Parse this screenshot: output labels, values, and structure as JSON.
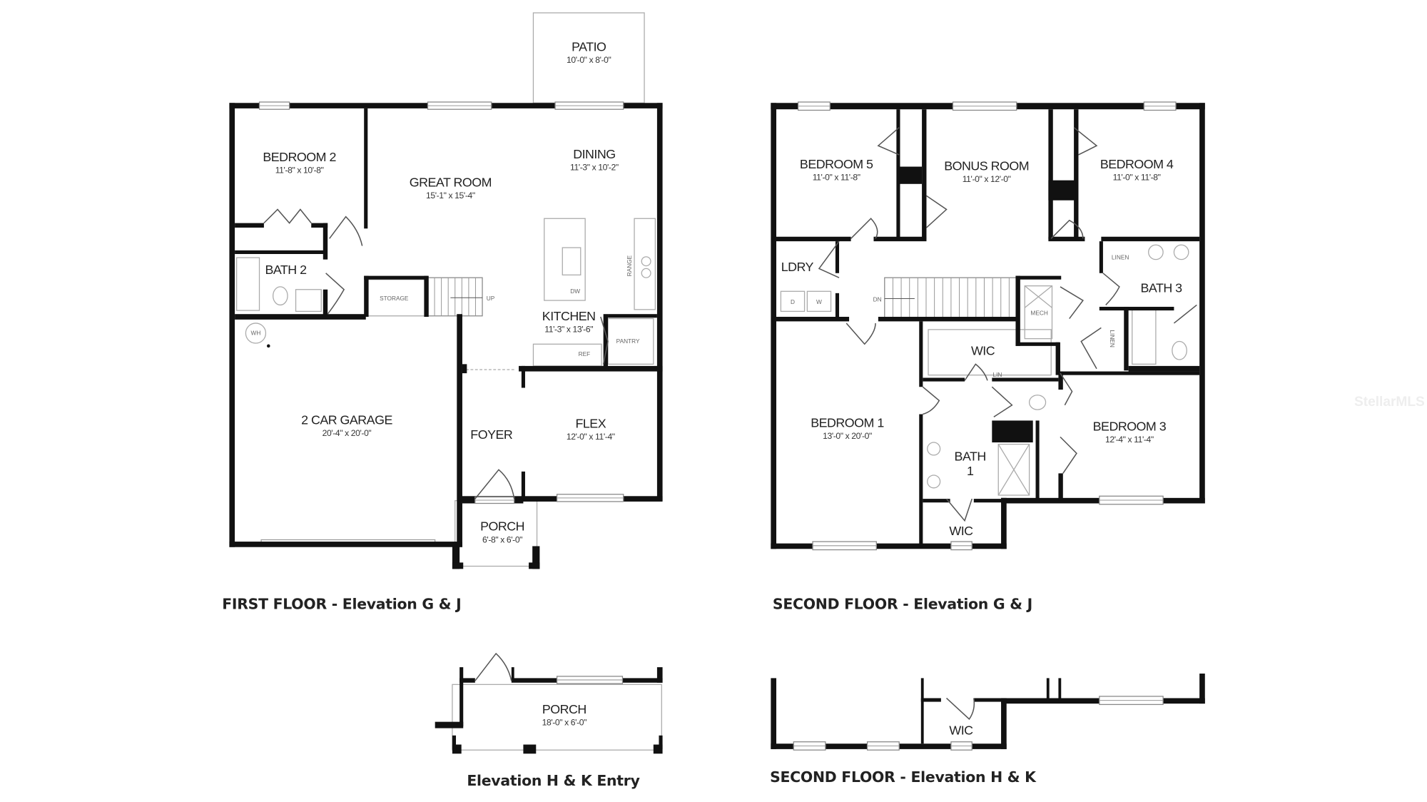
{
  "first_floor": {
    "caption": "FIRST FLOOR - Elevation G & J",
    "rooms": {
      "patio": {
        "name": "PATIO",
        "dim": "10'-0\" x 8'-0\""
      },
      "bedroom2": {
        "name": "BEDROOM 2",
        "dim": "11'-8\" x 10'-8\""
      },
      "great_room": {
        "name": "GREAT ROOM",
        "dim": "15'-1\" x 15'-4\""
      },
      "dining": {
        "name": "DINING",
        "dim": "11'-3\" x 10'-2\""
      },
      "bath2": {
        "name": "BATH 2"
      },
      "kitchen": {
        "name": "KITCHEN",
        "dim": "11'-3\" x 13'-6\""
      },
      "garage": {
        "name": "2 CAR GARAGE",
        "dim": "20'-4\" x 20'-0\""
      },
      "foyer": {
        "name": "FOYER"
      },
      "flex": {
        "name": "FLEX",
        "dim": "12'-0\" x 11'-4\""
      },
      "porch": {
        "name": "PORCH",
        "dim": "6'-8\" x 6'-0\""
      }
    },
    "fixtures": {
      "storage": "STORAGE",
      "up": "UP",
      "dw": "DW",
      "range": "RANGE",
      "ref": "REF",
      "pantry": "PANTRY",
      "wh": "WH"
    }
  },
  "second_floor": {
    "caption": "SECOND FLOOR - Elevation G & J",
    "rooms": {
      "bedroom5": {
        "name": "BEDROOM 5",
        "dim": "11'-0\" x 11'-8\""
      },
      "bonus": {
        "name": "BONUS ROOM",
        "dim": "11'-0\" x 12'-0\""
      },
      "bedroom4": {
        "name": "BEDROOM 4",
        "dim": "11'-0\" x 11'-8\""
      },
      "ldry": {
        "name": "LDRY"
      },
      "bath3": {
        "name": "BATH 3"
      },
      "wic_upper": {
        "name": "WIC"
      },
      "bedroom1": {
        "name": "BEDROOM 1",
        "dim": "13'-0\" x 20'-0\""
      },
      "bath1": {
        "name": "BATH",
        "name2": "1"
      },
      "bedroom3": {
        "name": "BEDROOM 3",
        "dim": "12'-4\" x 11'-4\""
      },
      "wic_lower": {
        "name": "WIC"
      }
    },
    "fixtures": {
      "d": "D",
      "w": "W",
      "dn": "DN",
      "mech": "MECH",
      "linen1": "LINEN",
      "linen2": "LINEN",
      "lin": "LIN"
    }
  },
  "entry_alt": {
    "caption": "Elevation H & K Entry",
    "porch": {
      "name": "PORCH",
      "dim": "18'-0\" x 6'-0\""
    }
  },
  "second_floor_alt": {
    "caption": "SECOND FLOOR - Elevation H & K",
    "wic": "WIC"
  },
  "watermark": "StellarMLS",
  "colors": {
    "wall": "#111111",
    "fixture": "#aaaaaa",
    "background": "#ffffff"
  }
}
